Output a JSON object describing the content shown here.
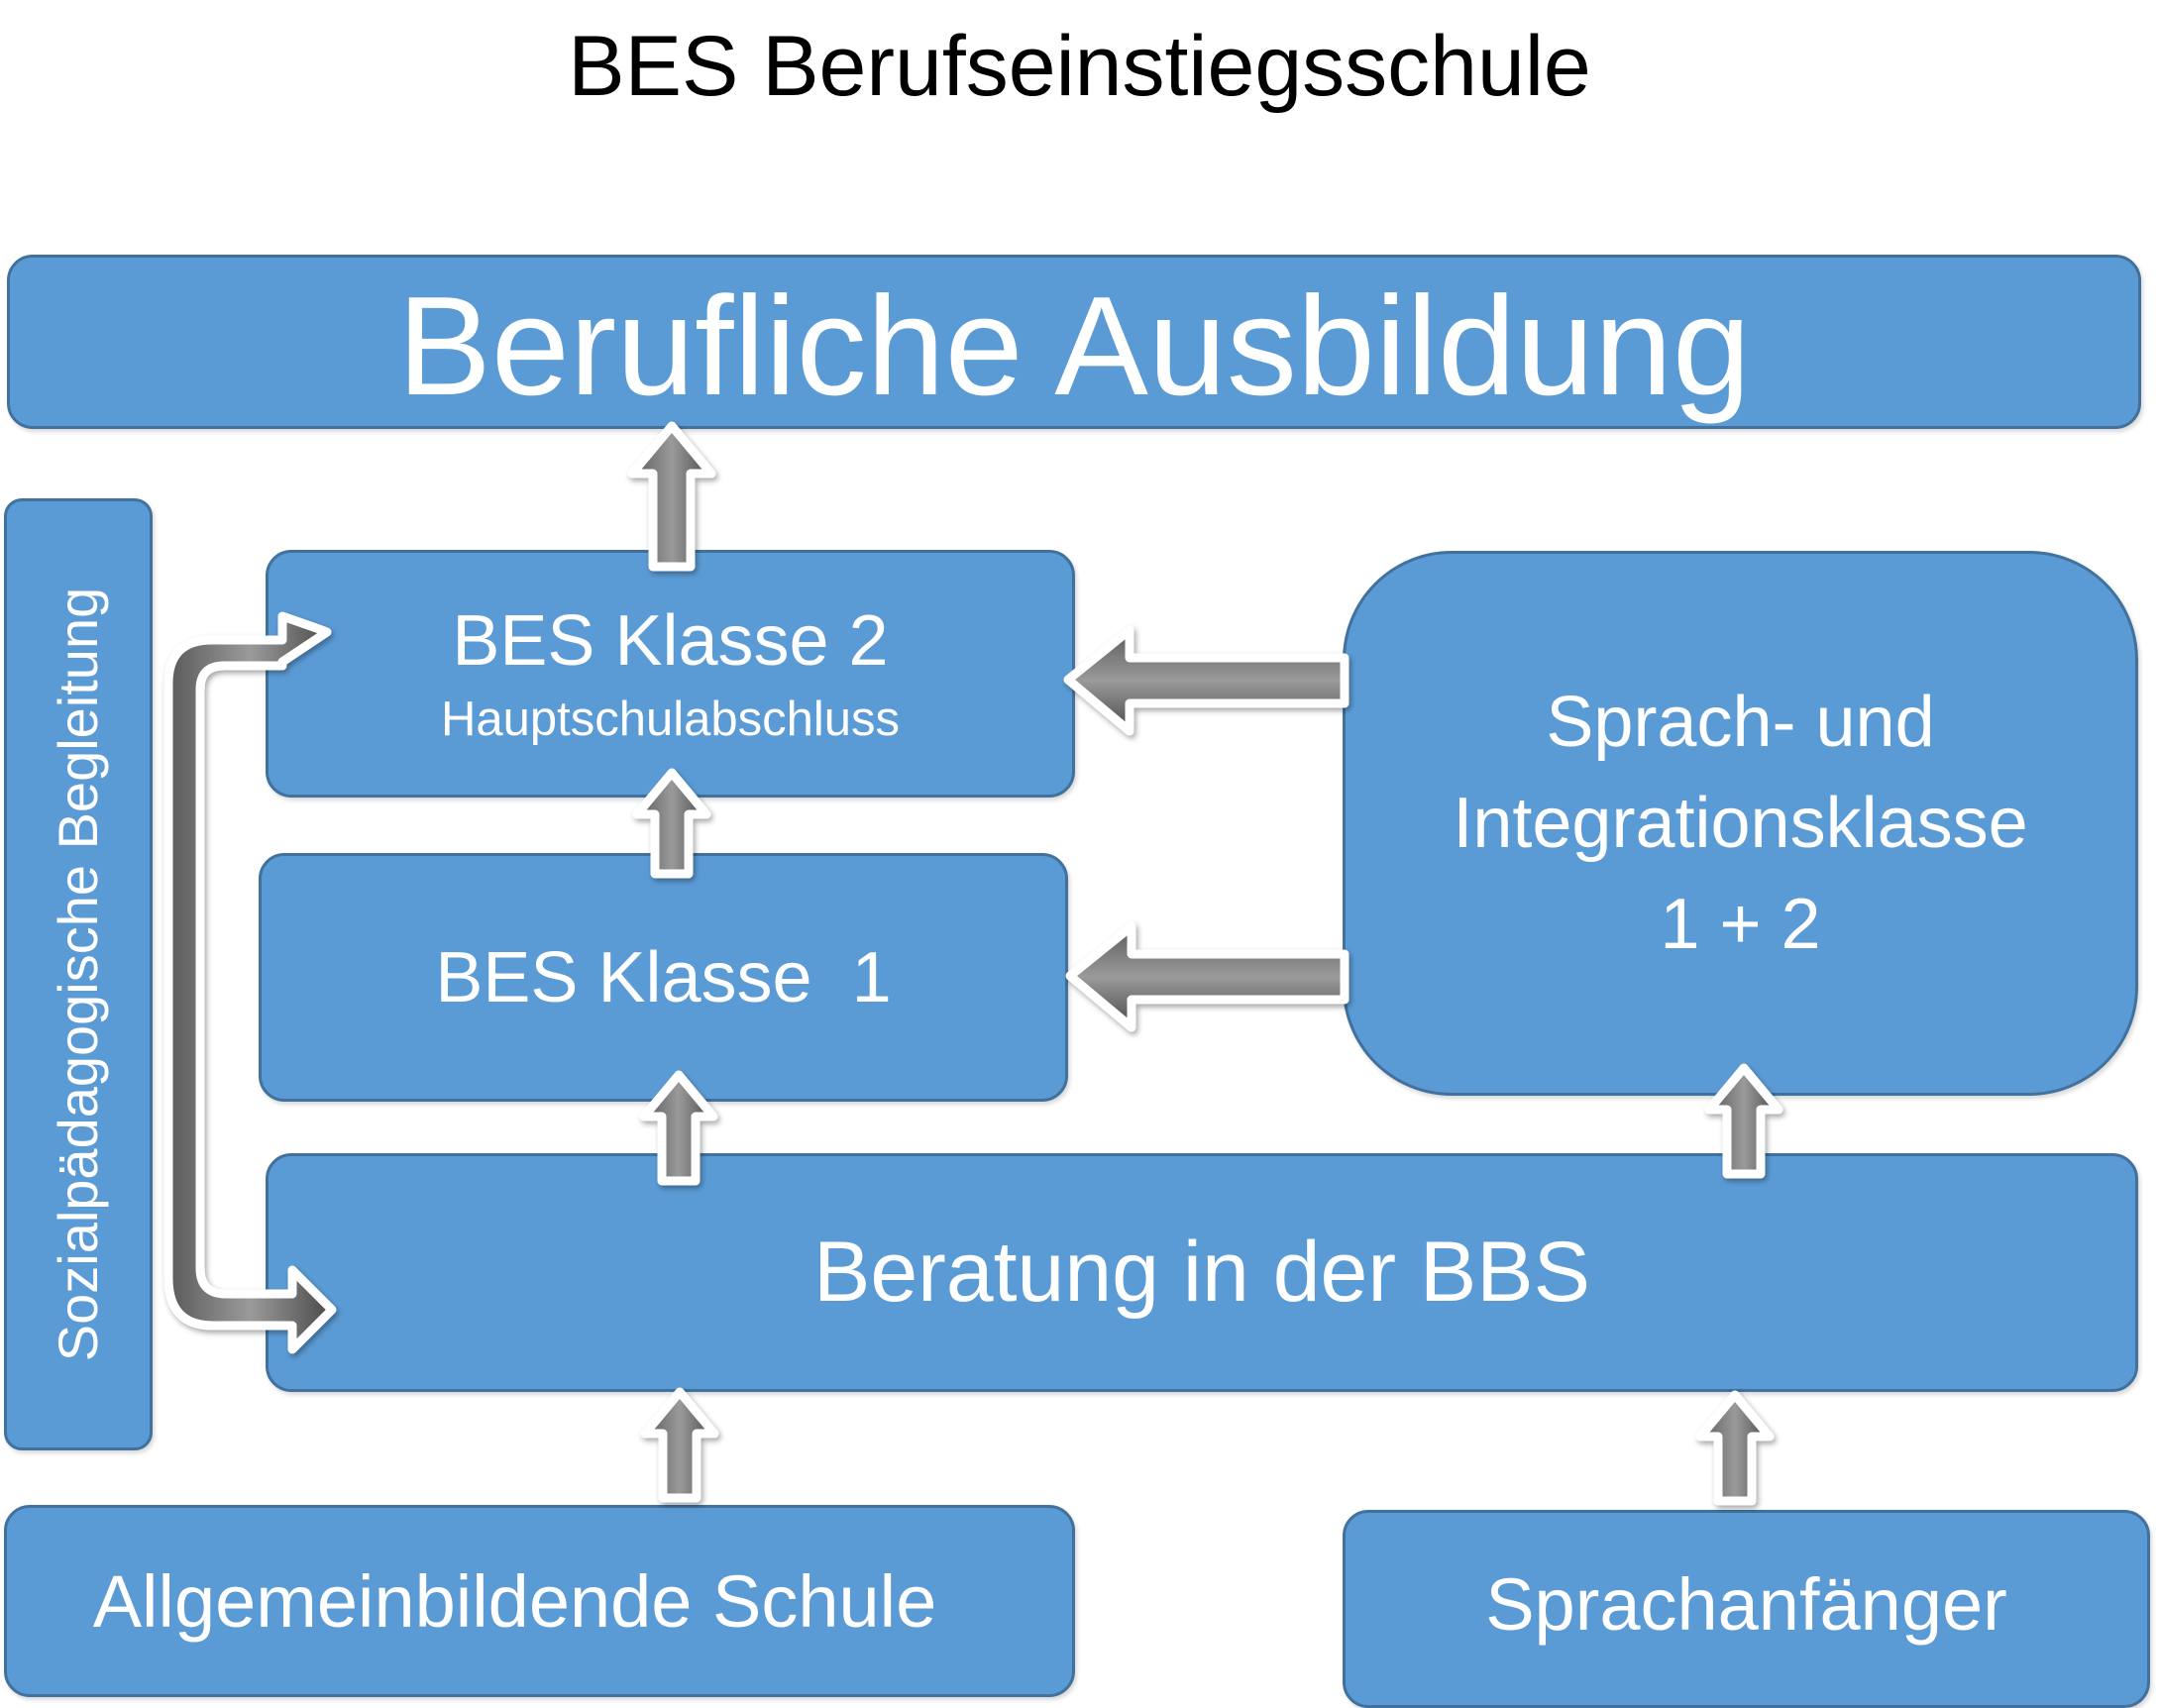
{
  "title": "BES  Berufseinstiegsschule",
  "boxes": {
    "ausbildung": "Berufliche Ausbildung",
    "sozial": "Sozialpädagogische Begleitung",
    "klasse2": "BES Klasse 2",
    "klasse2_sub": "Hauptschulabschluss",
    "klasse1": "BES Klasse  1",
    "sprach_line1": "Sprach- und",
    "sprach_line2": "Integrationsklasse",
    "sprach_line3": "1 + 2",
    "beratung": "Beratung in der BBS",
    "allgemein": "Allgemeinbildende Schule",
    "sprachanfaenger": "Sprachanfänger"
  },
  "colors": {
    "box": "#5b9bd5",
    "border": "#41719c",
    "arrow": "#7f7f7f"
  }
}
